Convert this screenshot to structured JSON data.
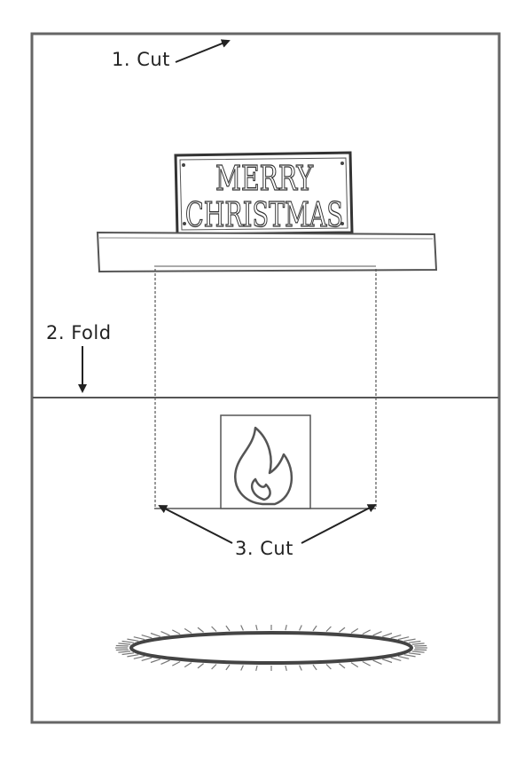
{
  "labels": {
    "step1": "1. Cut",
    "step2": "2. Fold",
    "step3": "3. Cut"
  },
  "sign": {
    "line1": "MERRY",
    "line2": "CHRISTMAS"
  },
  "icons": {
    "fire": "flame-icon",
    "rug": "rug-icon"
  },
  "colors": {
    "stroke": "#555555",
    "frame": "#666666",
    "ink": "#222222"
  }
}
